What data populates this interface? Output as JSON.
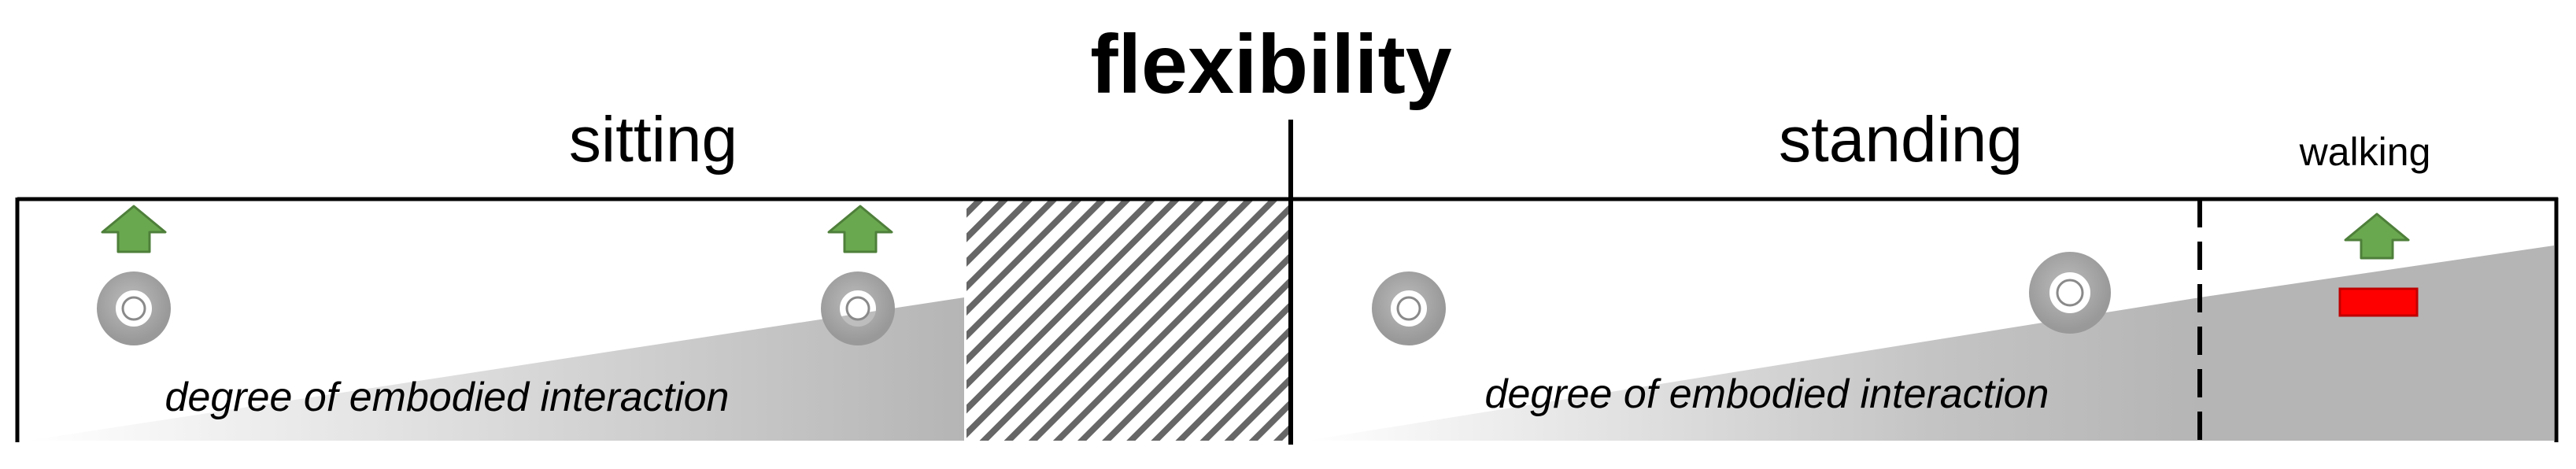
{
  "title": "flexibility",
  "sections": {
    "sitting": "sitting",
    "standing": "standing",
    "walking": "walking"
  },
  "axis_labels": {
    "sitting": "degree of embodied interaction",
    "standing": "degree of embodied interaction"
  },
  "colors": {
    "arrow": "#6aa84f",
    "arrow_stroke": "#4e7f3a",
    "ring_fill": "#a6a6a6",
    "ring_stroke": "#7f7f7f",
    "marker": "#ff0000",
    "wedge_dark": "#b5b5b5",
    "wedge_light": "#ffffff",
    "hatch": "#666666",
    "line": "#000000"
  },
  "icons": [
    "up-arrow-icon",
    "ring-icon",
    "red-bar-icon"
  ]
}
